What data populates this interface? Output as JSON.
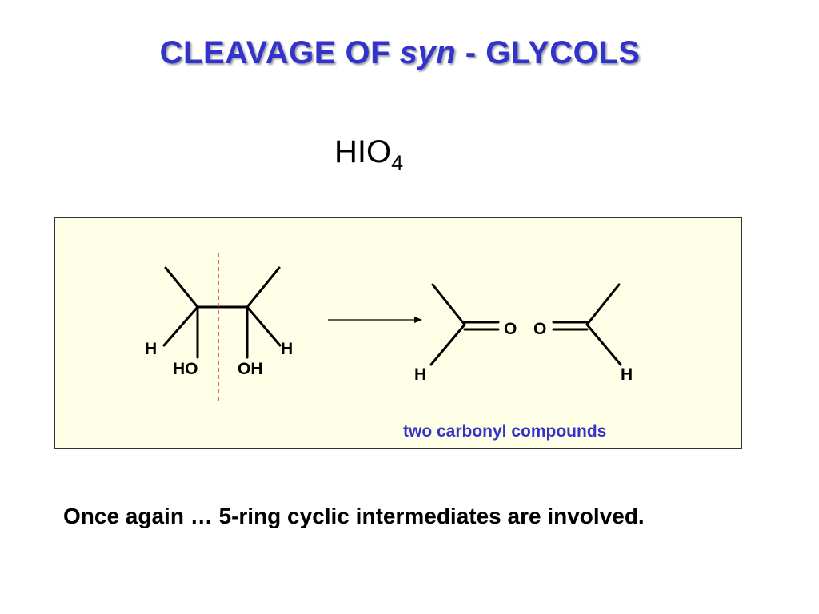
{
  "slide": {
    "title_part1": "CLEAVAGE OF ",
    "title_italic": "syn",
    "title_part2": " - GLYCOLS",
    "reagent_main": "HIO",
    "reagent_sub": "4",
    "reactant": {
      "h_left": "H",
      "ho": "HO",
      "oh": "OH",
      "h_right": "H"
    },
    "products": {
      "o_left": "O",
      "o_right": "O",
      "h_left": "H",
      "h_right": "H"
    },
    "caption": "two carbonyl compounds",
    "footer": "Once again … 5-ring cyclic intermediates are involved."
  },
  "colors": {
    "title": "#3333cc",
    "panel_background": "#ffffe7",
    "cleavage_line": "#dd3333",
    "caption": "#3333cc"
  }
}
